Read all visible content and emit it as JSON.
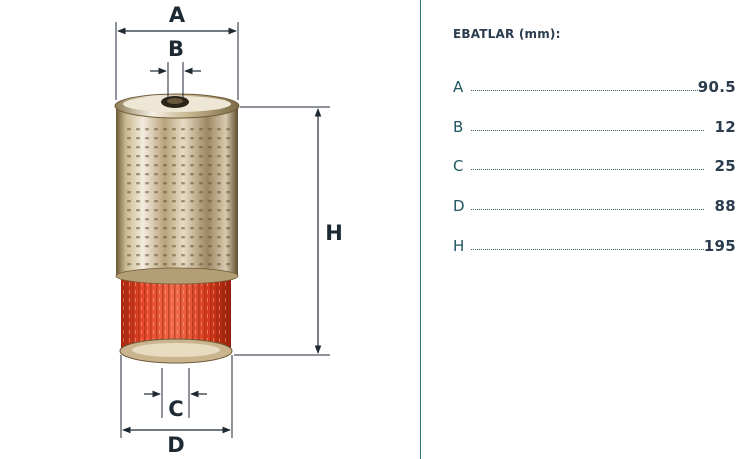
{
  "diagram": {
    "labels": {
      "a": "A",
      "b": "B",
      "c": "C",
      "d": "D",
      "h": "H"
    }
  },
  "table": {
    "title": "EBATLAR (mm):",
    "rows": [
      {
        "key": "A",
        "value": "90.5"
      },
      {
        "key": "B",
        "value": "12"
      },
      {
        "key": "C",
        "value": "25"
      },
      {
        "key": "D",
        "value": "88"
      },
      {
        "key": "H",
        "value": "195"
      }
    ]
  },
  "colors": {
    "line": "#1e2a33",
    "chrome": "#c8c0a8",
    "paper": "#e0401c",
    "divider": "#2d6f73",
    "text": "#1f5560"
  }
}
